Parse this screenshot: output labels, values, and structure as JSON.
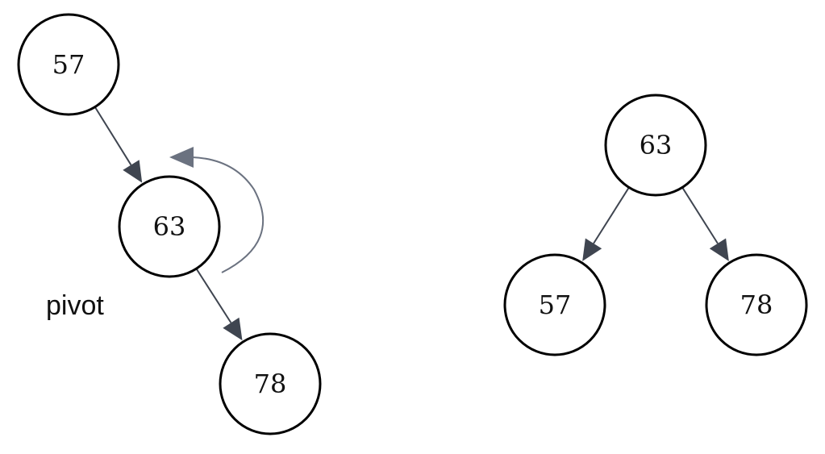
{
  "before_tree": {
    "nodes": [
      {
        "id": "b57",
        "label": "57"
      },
      {
        "id": "b63",
        "label": "63"
      },
      {
        "id": "b78",
        "label": "78"
      }
    ],
    "edges": [
      [
        "b57",
        "b63"
      ],
      [
        "b63",
        "b78"
      ]
    ],
    "pivot_label": "pivot"
  },
  "after_tree": {
    "nodes": [
      {
        "id": "a63",
        "label": "63"
      },
      {
        "id": "a57",
        "label": "57"
      },
      {
        "id": "a78",
        "label": "78"
      }
    ],
    "edges": [
      [
        "a63",
        "a57"
      ],
      [
        "a63",
        "a78"
      ]
    ]
  },
  "colors": {
    "edge": "#3f4550",
    "rotation_arrow": "#6b7280",
    "node_stroke": "#000000"
  }
}
